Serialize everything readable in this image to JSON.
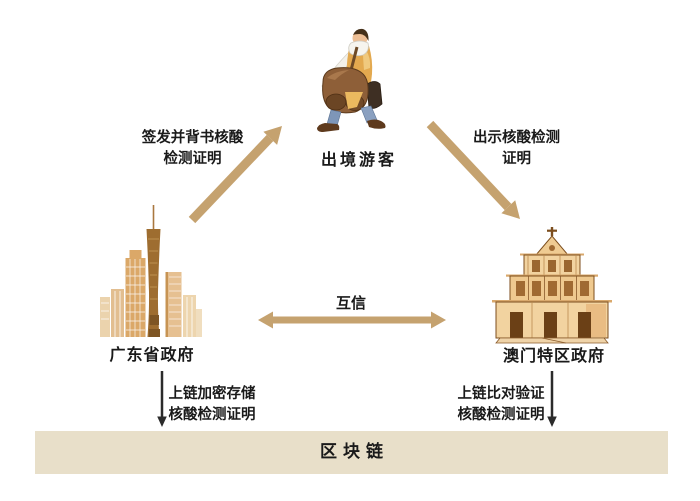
{
  "diagram": {
    "nodes": {
      "traveler": {
        "label": "出境游客"
      },
      "guangdong": {
        "label": "广东省政府"
      },
      "macau": {
        "label": "澳门特区政府"
      },
      "blockchain": {
        "label": "区块链"
      }
    },
    "edges": {
      "issue": {
        "line1": "签发并背书核酸",
        "line2": "检测证明"
      },
      "present": {
        "line1": "出示核酸检测",
        "line2": "证明"
      },
      "mutual_trust": {
        "label": "互信"
      },
      "store": {
        "line1": "上链加密存储",
        "line2": "核酸检测证明"
      },
      "verify": {
        "line1": "上链比对验证",
        "line2": "核酸检测证明"
      }
    },
    "colors": {
      "arrow_tan": "#C5A26F",
      "down_arrow": "#2B2B2B",
      "blockchain_bar": "#E8DFC9",
      "text": "#1A1A1A"
    },
    "illustrations": {
      "traveler": "outbound-traveler",
      "guangdong": "guangzhou-skyline-canton-tower",
      "macau": "ruins-of-st-pauls"
    }
  }
}
